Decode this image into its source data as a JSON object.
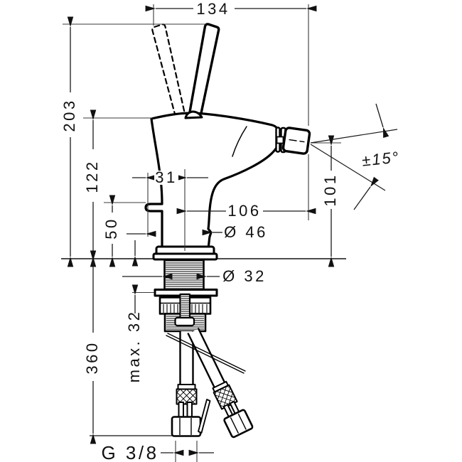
{
  "drawing": {
    "kind": "technical dimension drawing",
    "ink_color": "#000000",
    "dimension_line_color": "#1a1a1a",
    "background": "#ffffff"
  },
  "dims": {
    "w134": "134",
    "h203": "203",
    "h122": "122",
    "h50": "50",
    "off31": "31",
    "reach106": "106",
    "d46": "Ø 46",
    "h101": "101",
    "angle15": "±15°",
    "d32": "Ø 32",
    "max32": "max. 32",
    "h360": "360",
    "thread": "G 3/8"
  }
}
